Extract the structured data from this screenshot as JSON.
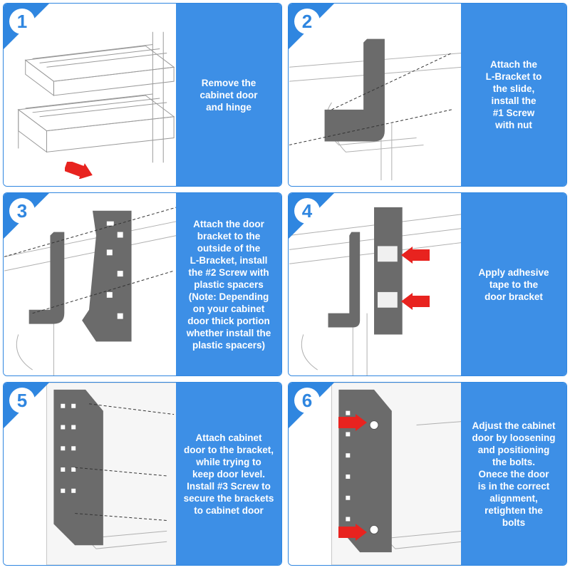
{
  "steps": [
    {
      "number": "1",
      "text": "Remove the\ncabinet door\nand hinge"
    },
    {
      "number": "2",
      "text": "Attach the\nL-Bracket to\nthe slide,\ninstall the\n#1 Screw\nwith nut"
    },
    {
      "number": "3",
      "text": "Attach the door\nbracket to the\noutside of the\nL-Bracket, install\nthe #2 Screw with\nplastic spacers\n(Note: Depending\non your cabinet\ndoor thick portion\nwhether install the\nplastic spacers)"
    },
    {
      "number": "4",
      "text": "Apply adhesive\ntape to the\ndoor bracket"
    },
    {
      "number": "5",
      "text": "Attach cabinet\ndoor to the bracket,\nwhile trying to\nkeep door level.\nInstall #3 Screw to\nsecure the brackets\nto cabinet door"
    },
    {
      "number": "6",
      "text": "Adjust the cabinet\ndoor by loosening\nand positioning\nthe bolts.\nOnece the door\nis in the correct\nalignment,\nretighten the\nbolts"
    }
  ],
  "colors": {
    "accent": "#3d8fe6",
    "badge": "#2f86e0",
    "bracket": "#6b6b6b",
    "arrow": "#e8231f"
  }
}
